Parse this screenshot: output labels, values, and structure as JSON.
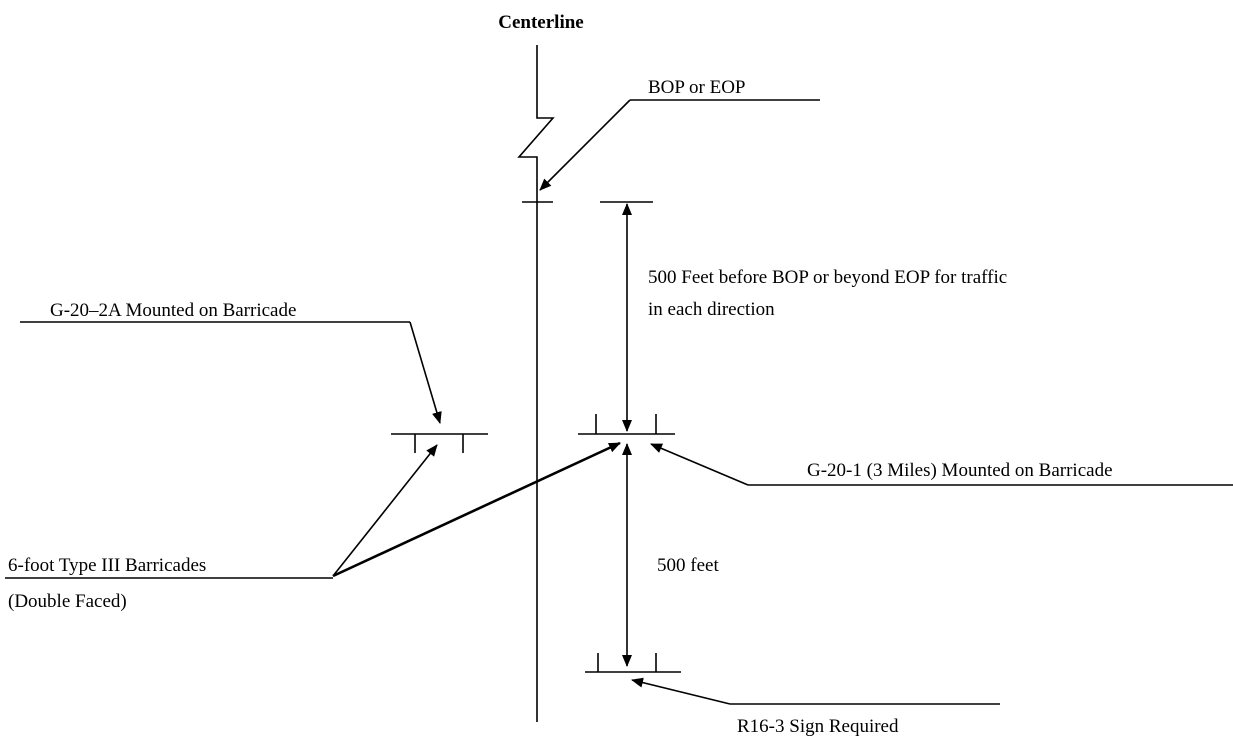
{
  "labels": {
    "centerline": "Centerline",
    "bop_eop": "BOP or EOP",
    "distance_note_line1": "500 Feet before BOP or beyond EOP for traffic",
    "distance_note_line2": "in each direction",
    "g20_2a": "G-20–2A Mounted on Barricade",
    "g20_1": "G-20-1 (3 Miles) Mounted on Barricade",
    "barricades_line1": "6-foot Type III Barricades",
    "barricades_line2": "(Double Faced)",
    "distance_500": "500 feet",
    "r16_3": "R16-3 Sign Required"
  }
}
